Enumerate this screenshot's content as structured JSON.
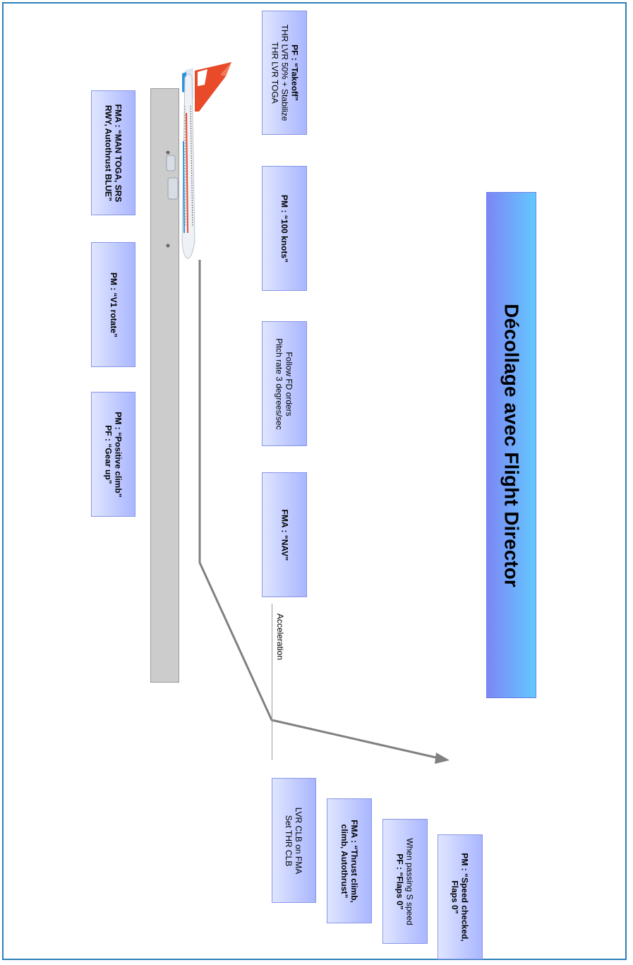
{
  "title": "Décollage avec Flight Director",
  "colors": {
    "frame": "#2c7fb8",
    "box_fill_light": "#e0e6ff",
    "box_fill_dark": "#a9b6ff",
    "title_fill_left": "#7d86f5",
    "title_fill_right": "#63c8ff",
    "runway": "#cccccc",
    "path": "#808080"
  },
  "boxes": {
    "takeoff": [
      "PF : “Takeoff”",
      "THR LVR 50% + Stabilize",
      "THR LVR TOGA"
    ],
    "knots100": [
      "PM : “100 knots”"
    ],
    "follow_fd": [
      "Follow FD orders",
      "Pitch rate 3 degrees/sec"
    ],
    "fma_nav": [
      "FMA : “NAV”"
    ],
    "fma_man_toga": [
      "FMA : “MAN TOGA, SRS",
      "RWY, Autothrust BLUE”"
    ],
    "v1_rotate": [
      "PM : “V1 rotate”"
    ],
    "positive_climb": [
      "PM : “Positive climb”",
      "PF : “Gear up”"
    ],
    "lvr_clb": [
      "LVR CLB on FMA",
      "Set THR CLB"
    ],
    "fma_thrust_climb": [
      "FMA : “Thrust climb,",
      "climb, Autothrust”"
    ],
    "flaps0_call": [
      "When passing S speed",
      "PF : “Flaps 0”"
    ],
    "speed_checked": [
      "PM : “Speed checked,",
      "Flaps 0”"
    ]
  },
  "acceleration_label": "Acceleration",
  "icons": {
    "aircraft": "airplane-icon",
    "arrow": "arrowhead-icon"
  }
}
